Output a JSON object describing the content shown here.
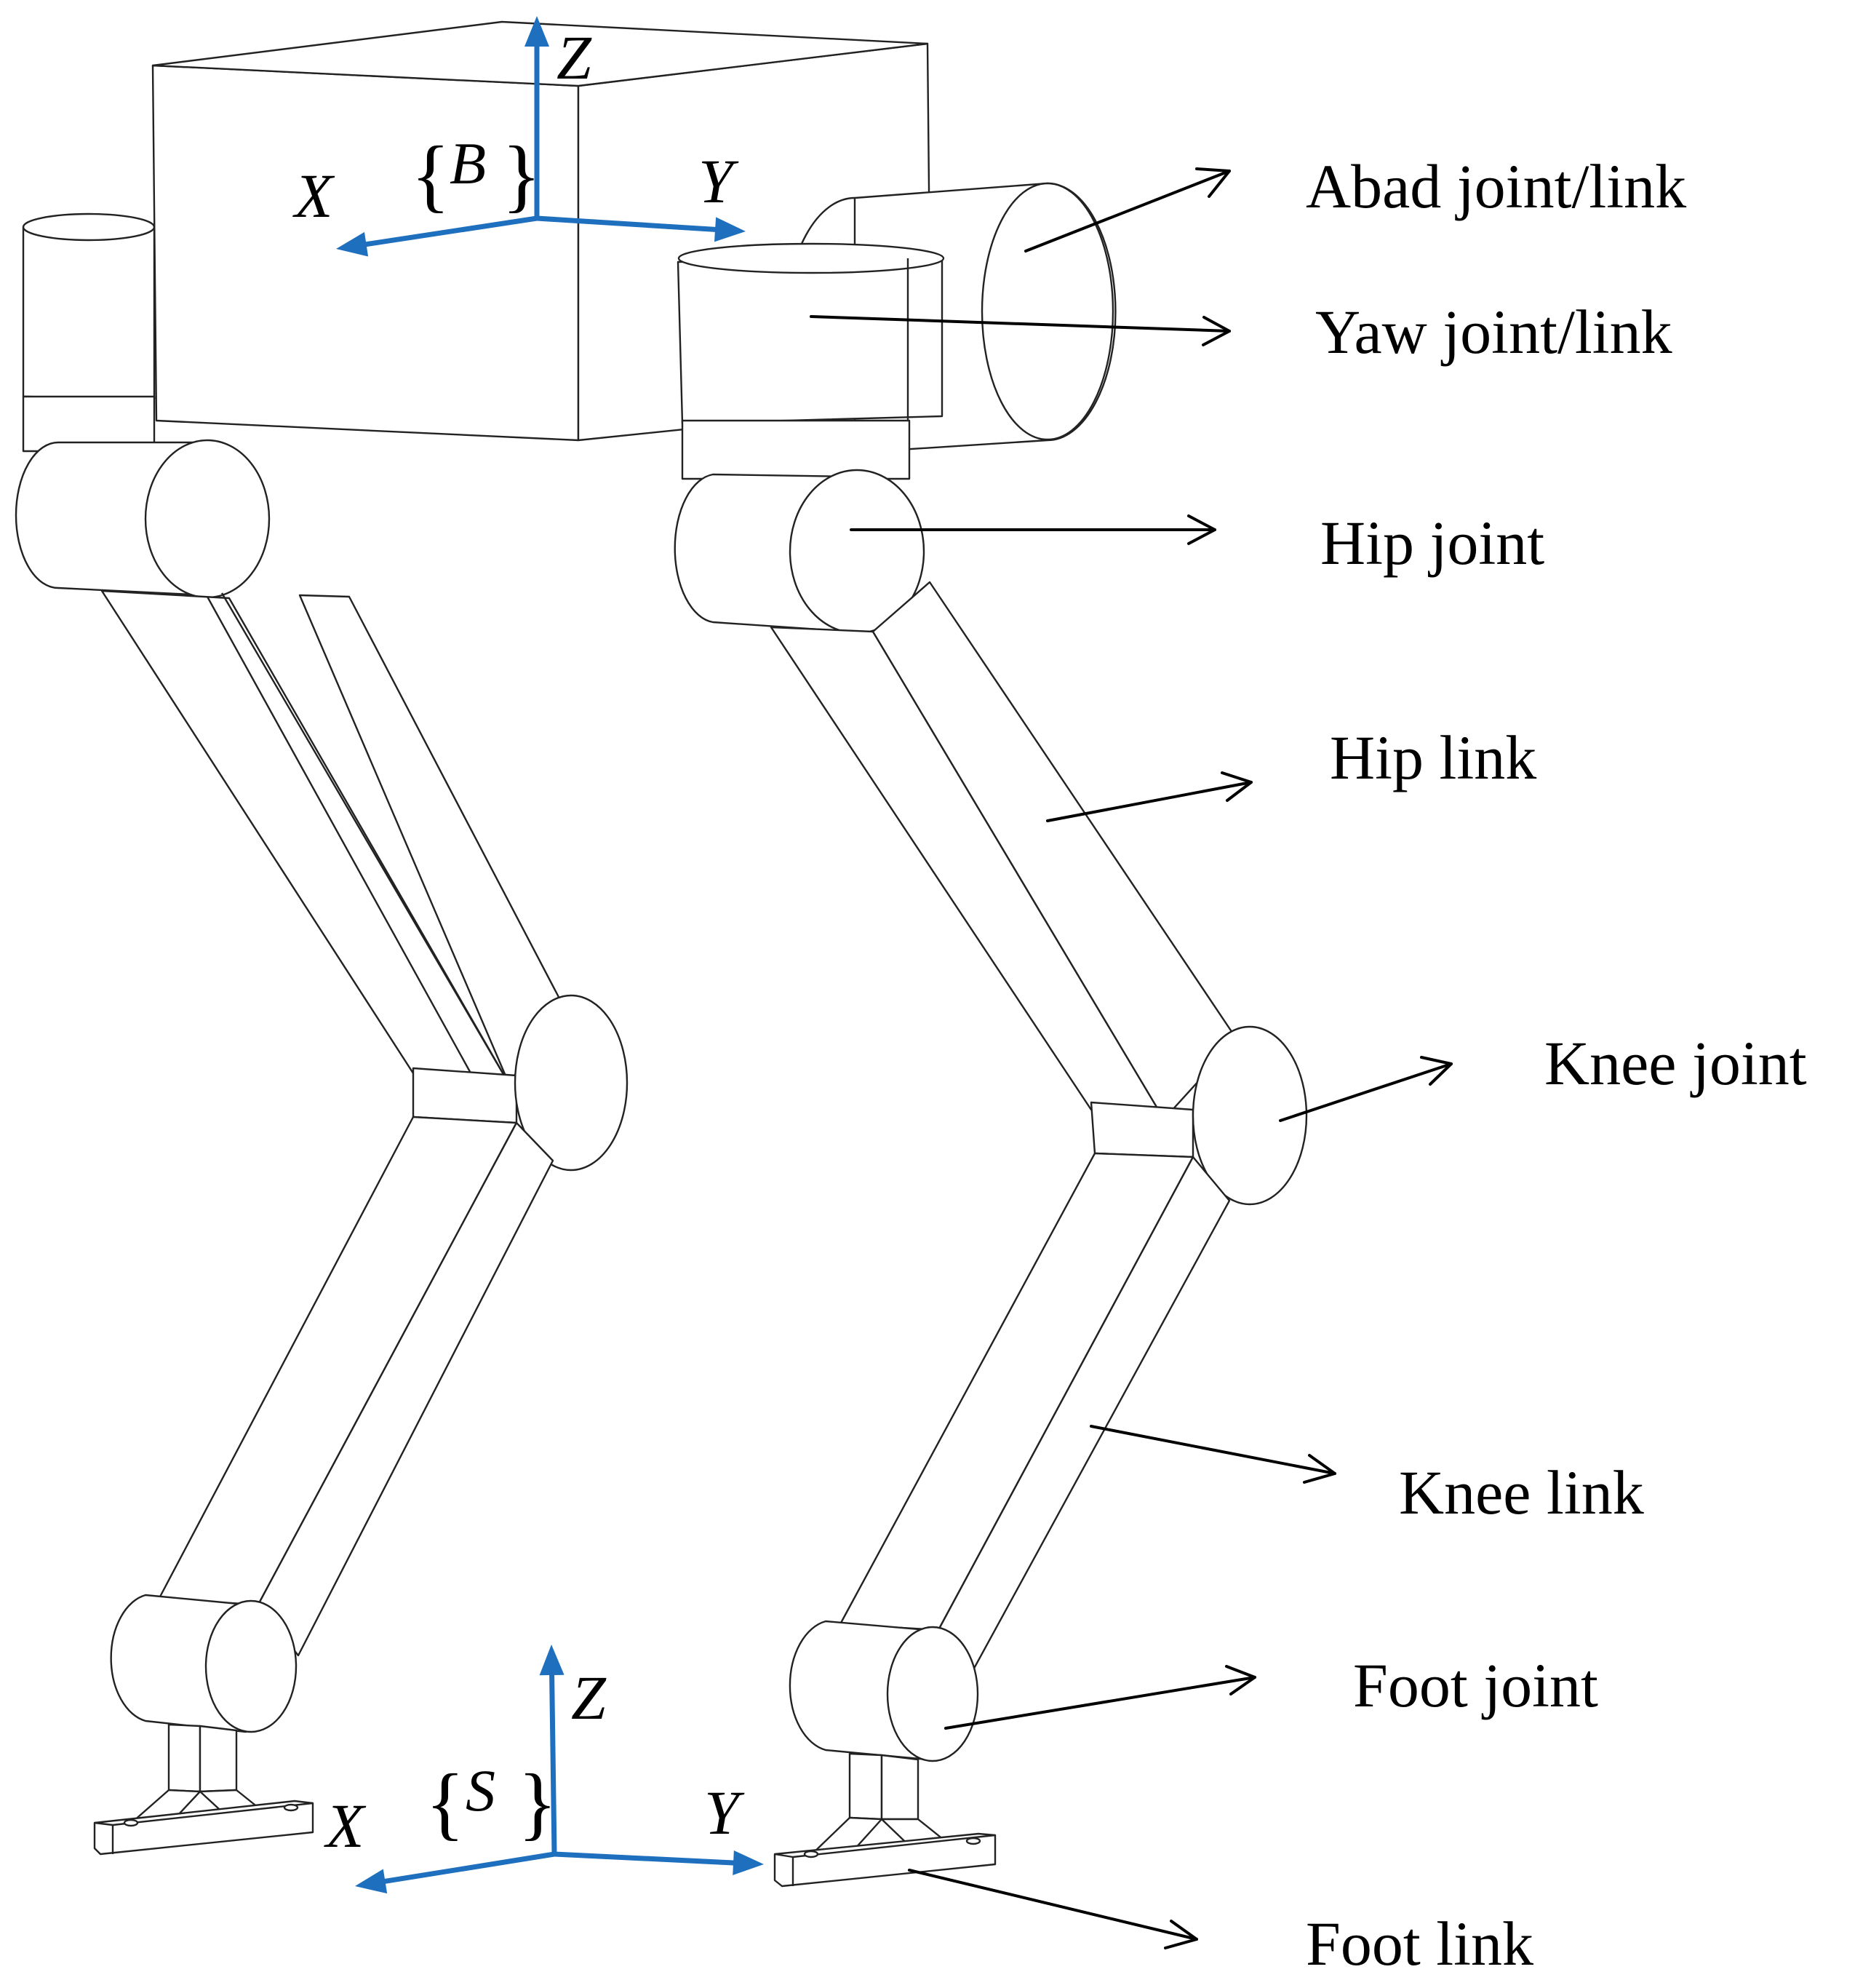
{
  "colors": {
    "axis": "#1f6fbf",
    "outline": "#222222",
    "callout": "#000000"
  },
  "frames": {
    "body": {
      "name": "B",
      "axes": {
        "x": "X",
        "y": "Y",
        "z": "Z"
      }
    },
    "ground": {
      "name": "S",
      "axes": {
        "x": "X",
        "y": "Y",
        "z": "Z"
      }
    }
  },
  "labels": {
    "abad": "Abad joint/link",
    "yaw": "Yaw joint/link",
    "hip_joint": "Hip joint",
    "hip_link": "Hip link",
    "knee_joint": "Knee joint",
    "knee_link": "Knee link",
    "foot_joint": "Foot joint",
    "foot_link": "Foot link"
  }
}
